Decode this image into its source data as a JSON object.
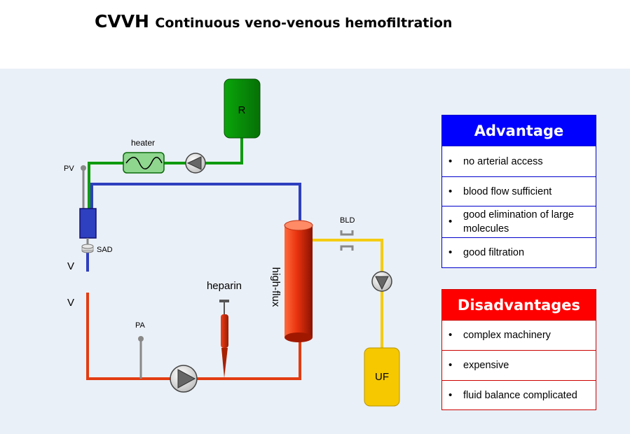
{
  "title": {
    "main": "CVVH",
    "subtitle": "Continuous veno-venous hemofiltration"
  },
  "diagram": {
    "labels": {
      "reservoir": "R",
      "heater": "heater",
      "pv": "PV",
      "sad": "SAD",
      "v_upper": "V",
      "v_lower": "V",
      "bld": "BLD",
      "filter": "high-flux",
      "heparin": "heparin",
      "pa": "PA",
      "uf": "UF"
    },
    "colors": {
      "substitution_line": "#0f9a0f",
      "venous_line": "#2e3fbf",
      "arterial_line": "#e23c12",
      "ultrafiltrate_line": "#f4cc12",
      "reservoir_fill": "#0e8a0e",
      "filter_fill": "#e8320e",
      "uf_bag_fill": "#f5c800"
    }
  },
  "advantages": {
    "header": "Advantage",
    "items": [
      "no arterial access",
      "blood flow sufficient",
      "good elimination of large molecules",
      "good filtration"
    ]
  },
  "disadvantages": {
    "header": "Disadvantages",
    "items": [
      "complex machinery",
      "expensive",
      "fluid balance complicated"
    ]
  }
}
